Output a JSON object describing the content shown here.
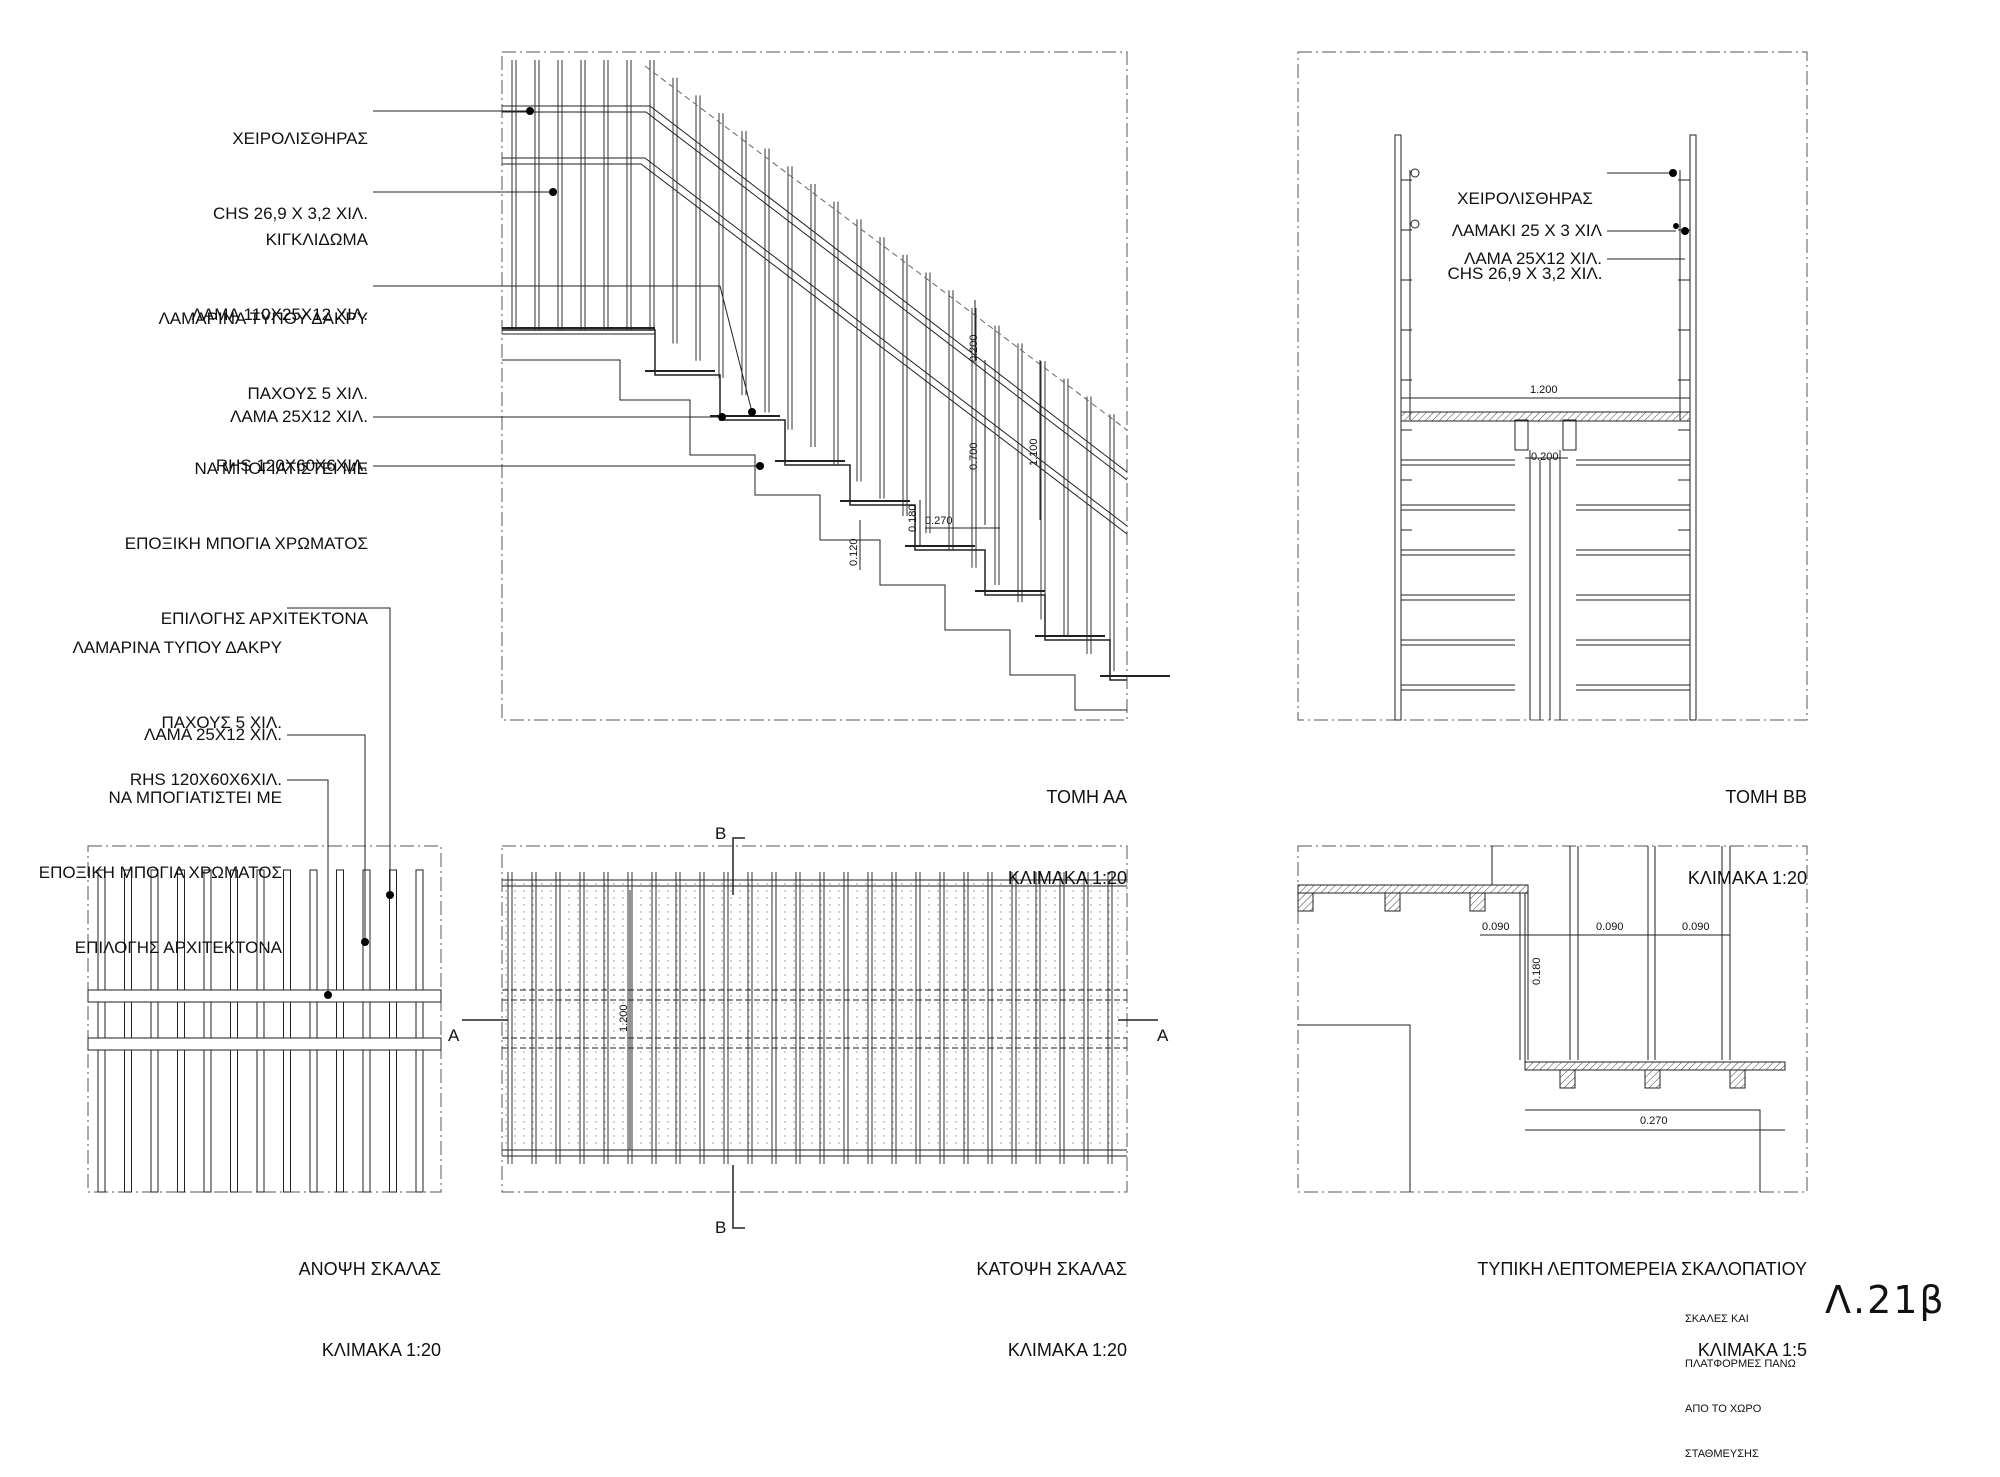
{
  "callouts": {
    "handrail_aa": {
      "line1": "ΧΕΙΡΟΛΙΣΘΗΡΑΣ",
      "line2": "CHS 26,9 X 3,2 ΧΙΛ."
    },
    "railing_aa": {
      "line1": "ΚΙΓΚΛΙΔΩΜΑ",
      "line2": "ΛΑΜΑ 110Χ25Χ12 ΧΙΛ."
    },
    "plate_aa": {
      "line1": "ΛΑΜΑΡΙΝΑ ΤΥΠΟΥ ΔΑΚΡΥ",
      "line2": "ΠΑΧΟΥΣ 5 ΧΙΛ.",
      "line3": "ΝΑ ΜΠΟΓΙΑΤΙΣΤΕΙ ΜΕ",
      "line4": "ΕΠΟΞΙΚΗ ΜΠΟΓΙΑ ΧΡΩΜΑΤΟΣ",
      "line5": "ΕΠΙΛΟΓΗΣ ΑΡΧΙΤΕΚΤΟΝΑ"
    },
    "flat_aa": "ΛΑΜΑ 25Χ12 ΧΙΛ.",
    "rhs_aa": "RHS 120X60X6ΧΙΛ.",
    "plate_plan": {
      "line1": "ΛΑΜΑΡΙΝΑ ΤΥΠΟΥ ΔΑΚΡΥ",
      "line2": "ΠΑΧΟΥΣ 5 ΧΙΛ.",
      "line3": "ΝΑ ΜΠΟΓΙΑΤΙΣΤΕΙ ΜΕ",
      "line4": "ΕΠΟΞΙΚΗ ΜΠΟΓΙΑ ΧΡΩΜΑΤΟΣ",
      "line5": "ΕΠΙΛΟΓΗΣ ΑΡΧΙΤΕΚΤΟΝΑ"
    },
    "flat_plan": "ΛΑΜΑ 25Χ12 ΧΙΛ.",
    "rhs_plan": "RHS 120X60X6ΧΙΛ.",
    "handrail_bb": {
      "line1": "ΧΕΙΡΟΛΙΣΘΗΡΑΣ",
      "line2": "CHS 26,9 X 3,2 ΧΙΛ."
    },
    "small_flat_bb": "ΛΑΜΑΚΙ 25 Χ 3 ΧΙΛ",
    "flat_bb": "ΛΑΜΑ 25Χ12 ΧΙΛ."
  },
  "titles": {
    "section_aa": {
      "name": "ΤΟΜΗ ΑΑ",
      "scale": "ΚΛΙΜΑΚΑ 1:20"
    },
    "section_bb": {
      "name": "ΤΟΜΗ ΒΒ",
      "scale": "ΚΛΙΜΑΚΑ 1:20"
    },
    "stair_elevation": {
      "name": "ΑΝΟΨΗ ΣΚΑΛΑΣ",
      "scale": "ΚΛΙΜΑΚΑ 1:20"
    },
    "stair_plan": {
      "name": "ΚΑΤΟΨΗ ΣΚΑΛΑΣ",
      "scale": "ΚΛΙΜΑΚΑ 1:20"
    },
    "step_detail": {
      "name": "ΤΥΠΙΚΗ ΛΕΠΤΟΜΕΡΕΙΑ ΣΚΑΛΟΠΑΤΙΟΥ",
      "scale": "ΚΛΙΜΑΚΑ 1:5"
    }
  },
  "dimensions": {
    "aa_200": "0.200",
    "aa_700": "0.700",
    "aa_1100": "1.100",
    "aa_180": "0.180",
    "aa_270": "0.270",
    "aa_120": "0.120",
    "bb_1200": "1.200",
    "bb_200": "0.200",
    "plan_1200": "1.200",
    "det_090_a": "0.090",
    "det_090_b": "0.090",
    "det_090_c": "0.090",
    "det_180": "0.180",
    "det_270": "0.270"
  },
  "section_marks": {
    "a_left": "A",
    "a_right": "A",
    "b_top": "B",
    "b_bottom": "B"
  },
  "sheet": {
    "desc": {
      "line1": "ΣΚΑΛΕΣ ΚΑΙ",
      "line2": "ΠΛΑΤΦΟΡΜΕΣ ΠΑΝΩ",
      "line3": "ΑΠΟ ΤΟ ΧΩΡΟ",
      "line4": "ΣΤΑΘΜΕΥΣΗΣ"
    },
    "number": "Λ.21β"
  }
}
